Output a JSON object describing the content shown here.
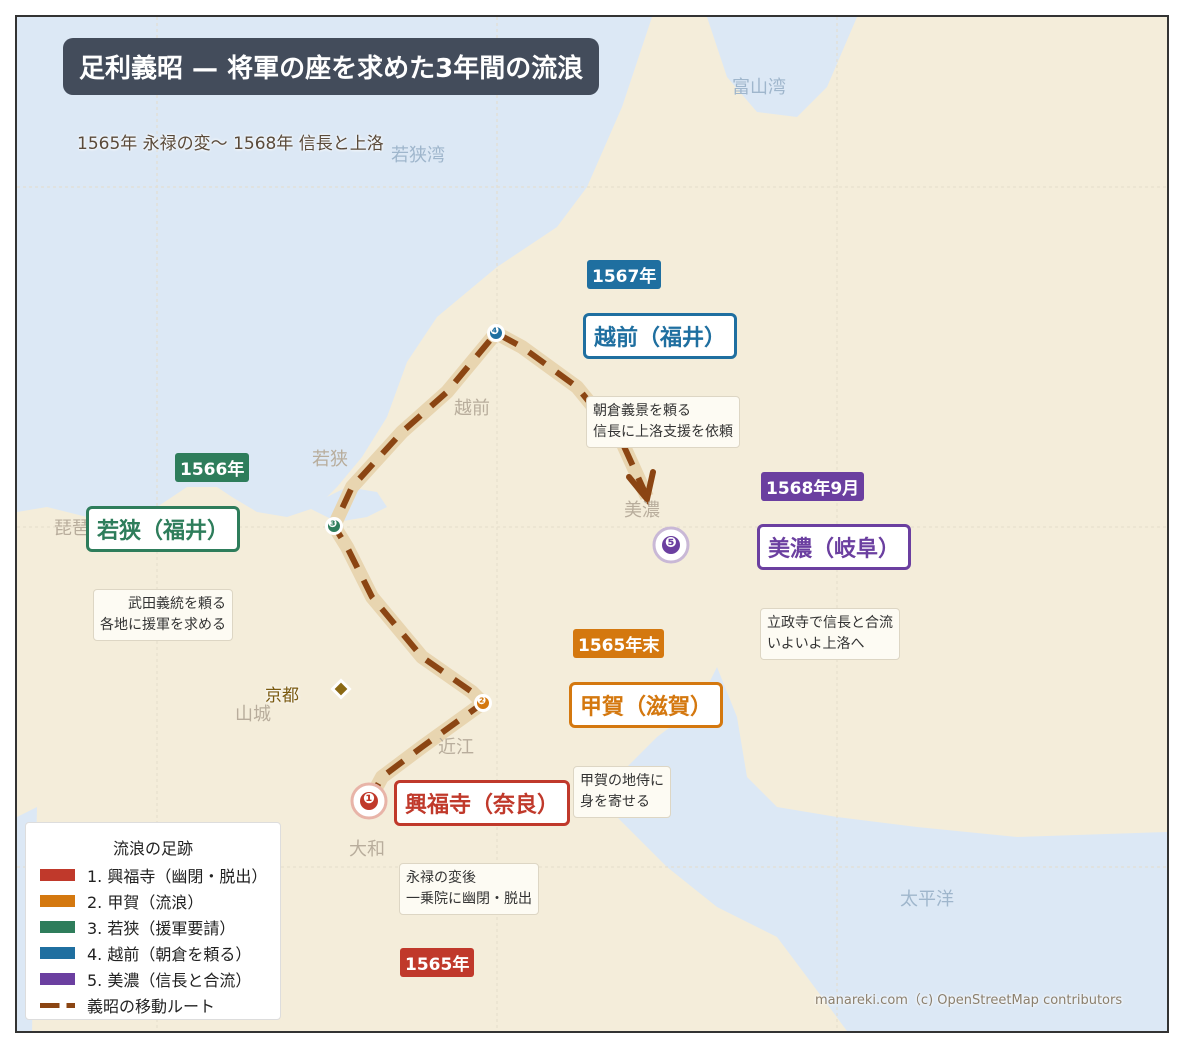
{
  "title": "足利義昭 — 将軍の座を求めた3年間の流浪",
  "subtitle": "1565年 永禄の変〜 1568年 信長と上洛",
  "colors": {
    "kofukuji": "#c0392b",
    "koka": "#d4780f",
    "wakasa": "#2e7d5b",
    "echizen": "#1f6fa0",
    "mino": "#6b3fa0",
    "route": "#8b4513",
    "land": "#f4edda",
    "sea": "#dce8f5"
  },
  "seas": {
    "wakasa_bay": "若狭湾",
    "toyama_bay": "富山湾",
    "pacific": "太平洋",
    "biwa": "琵琶"
  },
  "regions": {
    "echizen": "越前",
    "wakasa": "若狭",
    "mino": "美濃",
    "yamashiro": "山城",
    "omi": "近江",
    "yamato": "大和"
  },
  "city": {
    "name": "京都",
    "icon": "diamond-icon"
  },
  "stops": [
    {
      "num": "❶",
      "place": "興福寺（奈良）",
      "year": "1565年",
      "note": [
        "永禄の変後",
        "一乗院に幽閉・脱出"
      ]
    },
    {
      "num": "❷",
      "place": "甲賀（滋賀）",
      "year": "1565年末",
      "note": [
        "甲賀の地侍に",
        "身を寄せる"
      ]
    },
    {
      "num": "❸",
      "place": "若狭（福井）",
      "year": "1566年",
      "note": [
        "武田義統を頼る",
        "各地に援軍を求める"
      ]
    },
    {
      "num": "❹",
      "place": "越前（福井）",
      "year": "1567年",
      "note": [
        "朝倉義景を頼る",
        "信長に上洛支援を依頼"
      ]
    },
    {
      "num": "❺",
      "place": "美濃（岐阜）",
      "year": "1568年9月",
      "note": [
        "立政寺で信長と合流",
        "いよいよ上洛へ"
      ]
    }
  ],
  "legend": {
    "title": "流浪の足跡",
    "items": [
      "1. 興福寺（幽閉・脱出）",
      "2. 甲賀（流浪）",
      "3. 若狭（援軍要請）",
      "4. 越前（朝倉を頼る）",
      "5. 美濃（信長と合流）"
    ],
    "route": "義昭の移動ルート"
  },
  "attribution": "manareki.com（c) OpenStreetMap contributors"
}
